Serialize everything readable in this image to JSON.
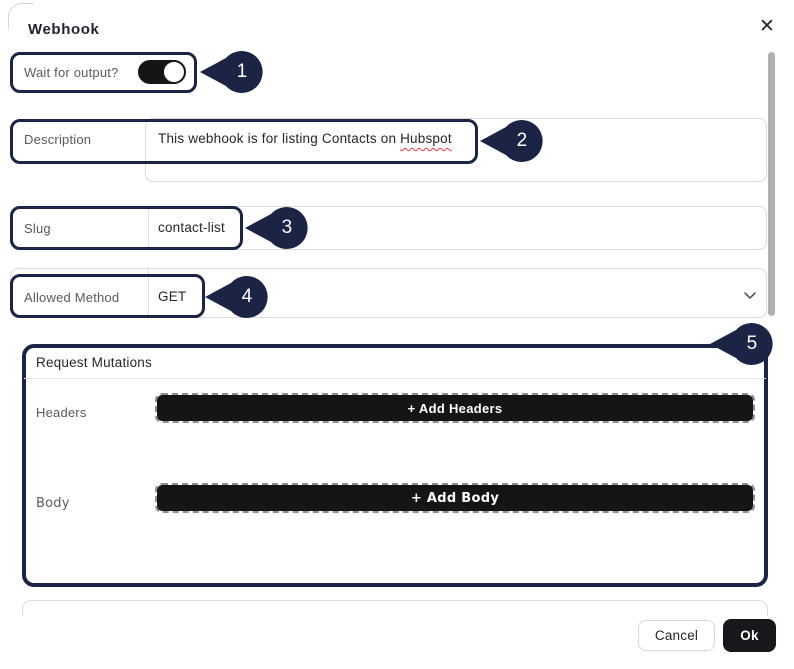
{
  "dialog": {
    "title": "Webhook"
  },
  "icons": {
    "close": "✕"
  },
  "fields": {
    "wait_for_output": {
      "label": "Wait for output?",
      "state": "on"
    },
    "description": {
      "label": "Description",
      "value_main": "This webhook is for listing Contacts on ",
      "value_flagged": "Hubspot"
    },
    "slug": {
      "label": "Slug",
      "value": "contact-list"
    },
    "allowed_method": {
      "label": "Allowed Method",
      "value": "GET"
    }
  },
  "request_mutations": {
    "title": "Request Mutations",
    "headers_label": "Headers",
    "add_headers_button": "+ Add Headers",
    "body_label": "Body",
    "add_body_button": "+ Add Body"
  },
  "footer": {
    "cancel_label": "Cancel",
    "ok_label": "Ok"
  },
  "annotations": [
    {
      "number": "1"
    },
    {
      "number": "2"
    },
    {
      "number": "3"
    },
    {
      "number": "4"
    },
    {
      "number": "5"
    }
  ],
  "colors": {
    "annotation_navy": "#1b2444",
    "button_black": "#151517",
    "toggle_on": "#141517",
    "spellcheck_red": "#e23b3b",
    "border_gray": "#d9dbdf"
  }
}
